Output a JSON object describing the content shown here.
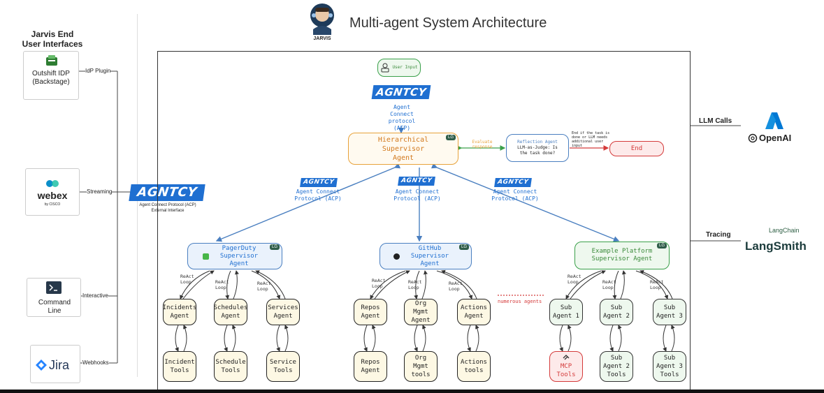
{
  "title": "Multi-agent System Architecture",
  "avatar_label": "JARVIS",
  "left": {
    "heading": "Jarvis End User Interfaces",
    "interfaces": [
      {
        "label": "Outshift IDP (Backstage)",
        "connector": "IdP Plugin",
        "icon": "idp-icon"
      },
      {
        "label": "webex",
        "sublabel": "by CISCO",
        "connector": "Streaming",
        "icon": "webex-icon"
      },
      {
        "label": "Command Line",
        "connector": "Interactive",
        "icon": "terminal-icon"
      },
      {
        "label": "Jira",
        "connector": "Webhooks",
        "icon": "jira-icon"
      }
    ],
    "acp_logo": "AGNTCY",
    "acp_caption_line1": "Agent Connect Protocol (ACP)",
    "acp_caption_line2": "External Interface"
  },
  "main": {
    "user_input": "User Input",
    "agntcy": "AGNTCY",
    "acp_top": "Agent Connect protocol (ACP)",
    "acp_branch": "Agent Connect Protocol (ACP)",
    "supervisor": "Hierarchical Supervisor Agent",
    "evaluate": "Evaluate response",
    "reflection_title": "Reflection Agent",
    "reflection_body": "LLM-as-Judge: Is the task done?",
    "end_note": "End if the task is done or LLM needs additional user input",
    "end": "End",
    "react_loop": "ReAct Loop",
    "numerous": "numerous agents",
    "langgraph_badge": "LG",
    "groups": [
      {
        "supervisor": "PagerDuty Supervisor Agent",
        "agents": [
          "Incidents Agent",
          "Schedules Agent",
          "Services Agent"
        ],
        "tools": [
          "Incident Tools",
          "Schedule Tools",
          "Service Tools"
        ]
      },
      {
        "supervisor": "GitHub Supervisor Agent",
        "agents": [
          "Repos Agent",
          "Org Mgmt Agent",
          "Actions Agent"
        ],
        "tools": [
          "Repos Agent",
          "Org Mgmt tools",
          "Actions tools"
        ]
      },
      {
        "supervisor": "Example Platform Supervisor Agent",
        "agents": [
          "Sub Agent 1",
          "Sub Agent 2",
          "Sub Agent 3"
        ],
        "tools": [
          "MCP Tools",
          "Sub Agent 2 Tools",
          "Sub Agent 3 Tools"
        ]
      }
    ]
  },
  "right": {
    "llm_calls": "LLM Calls",
    "openai": "OpenAI",
    "tracing": "Tracing",
    "langchain": "LangChain",
    "langsmith": "LangSmith"
  },
  "colors": {
    "accent": "#1f6fd1",
    "supervisor_border": "#e8a23a",
    "green_border": "#3aa04a",
    "red": "#d43a3a"
  }
}
